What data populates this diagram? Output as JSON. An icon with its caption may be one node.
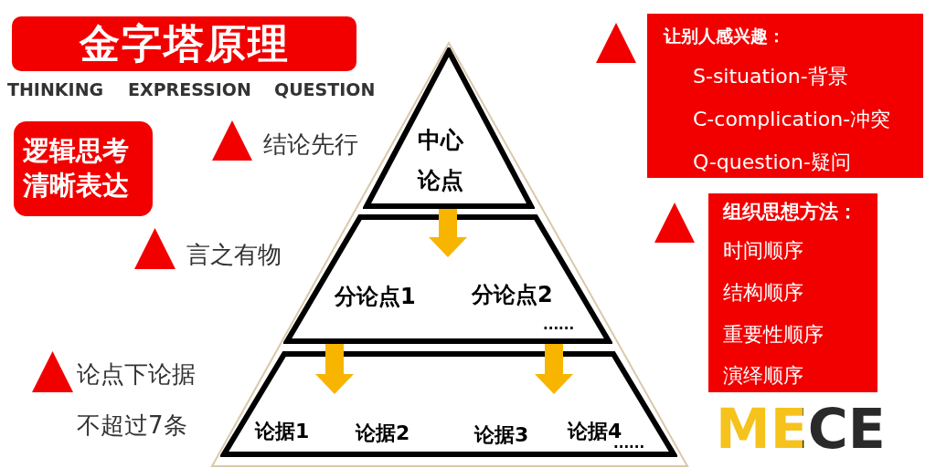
{
  "diagram": {
    "title": "金字塔原理",
    "nodes": [
      {
        "text": [
          "逻辑思考清晰表达"
        ]
      },
      {
        "text": [
          "中心论点"
        ]
      },
      {
        "text": [
          "分论点1",
          "分论点2",
          "......"
        ]
      },
      {
        "text": [
          "论据1",
          "论据2",
          "论据3",
          "论据4",
          "......"
        ]
      },
      {
        "text": [
          "让别人感兴趣：",
          "S-situation-背景",
          "C-complication-冲突",
          "Q-question-疑问"
        ]
      },
      {
        "text": [
          "组织思想方法：",
          "时间顺序",
          "结构顺序",
          "重要性顺序",
          "演绎顺序"
        ]
      }
    ],
    "edges": [
      {
        "from": 1,
        "to": 2,
        "arrow": "to",
        "color": "#f7b500"
      },
      {
        "from": 2,
        "to": 3,
        "arrow": "to",
        "color": "#f7b500"
      },
      {
        "from": 2,
        "to": 3,
        "arrow": "to",
        "color": "#f7b500"
      }
    ],
    "labels": [
      "THINKING",
      "EXPRESSION",
      "QUESTION",
      "结论先行",
      "言之有物",
      "论点下论据",
      "不超过7条",
      "MECE"
    ]
  }
}
